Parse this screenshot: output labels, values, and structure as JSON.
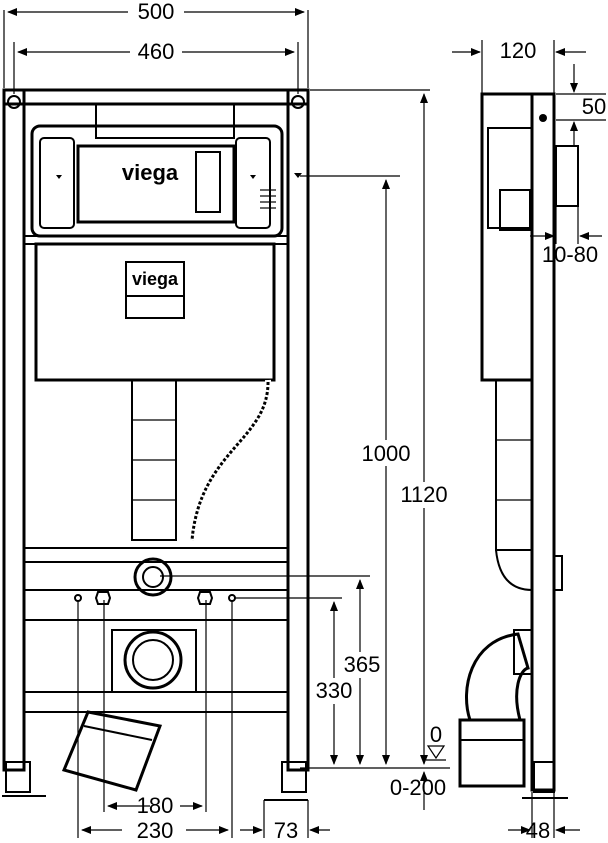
{
  "brand": {
    "logo_text": "viega"
  },
  "dimensions": {
    "frame_width_outer": "500",
    "frame_width_inner": "460",
    "depth": "120",
    "top_offset": "50",
    "wall_gap": "10-80",
    "height_actuator": "1000",
    "height_total": "1120",
    "height_inlet": "365",
    "height_anchor": "330",
    "zero_level": "0",
    "foot_range": "0-200",
    "anchor_spacing": "180",
    "drain_spacing": "230",
    "foot_width": "73",
    "side_foot": "48"
  }
}
